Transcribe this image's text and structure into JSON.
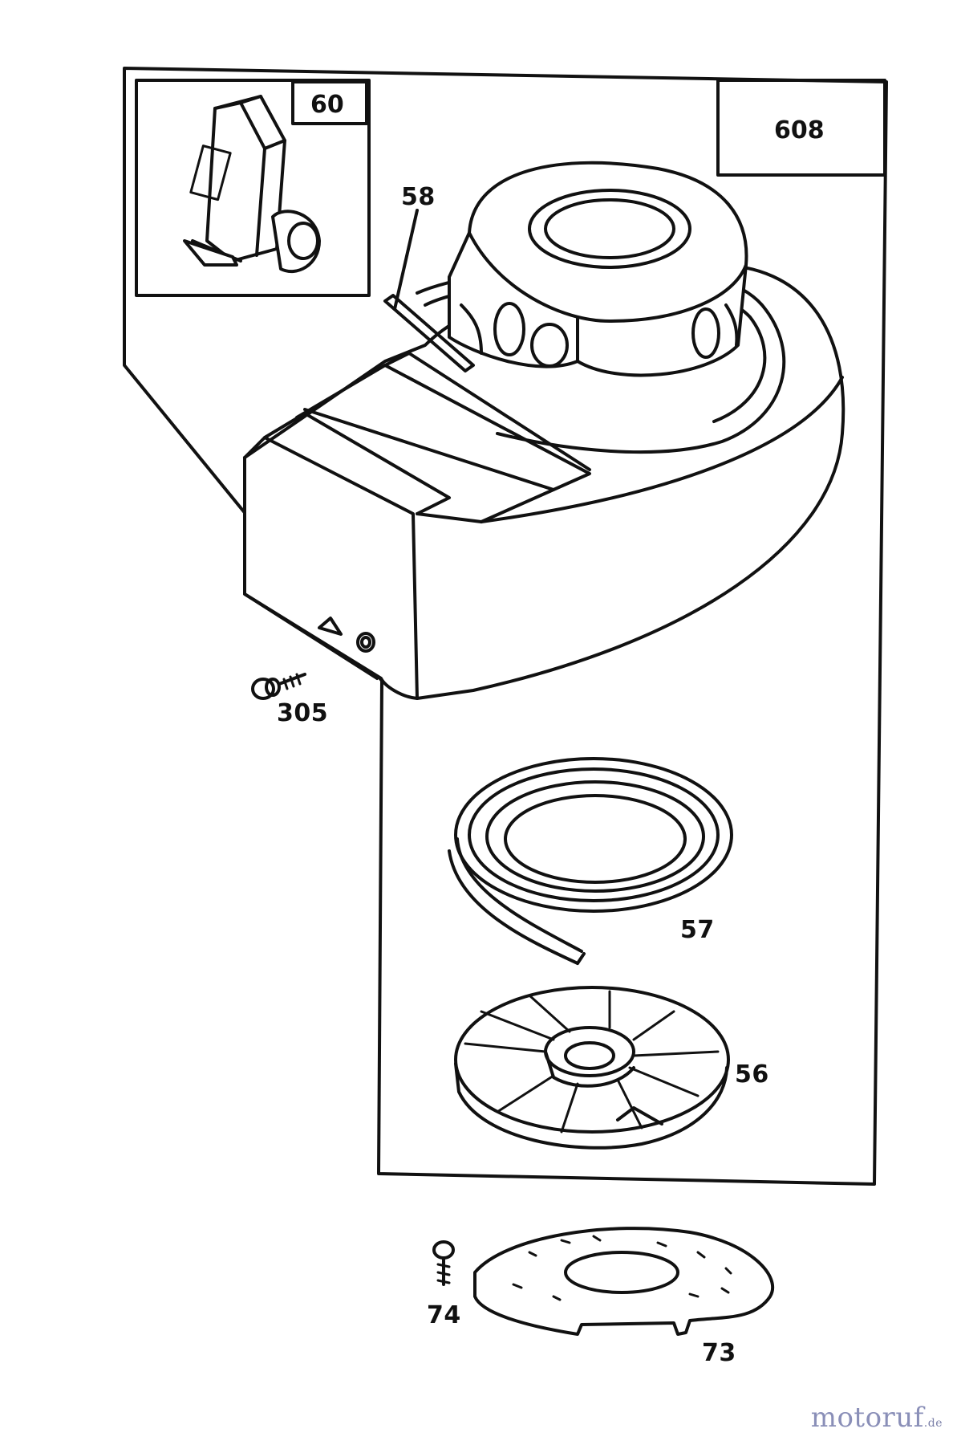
{
  "labels": {
    "kit_60": "60",
    "kit_608": "608",
    "part_58": "58",
    "part_305": "305",
    "part_57": "57",
    "part_56": "56",
    "part_74": "74",
    "part_73": "73"
  },
  "watermark": {
    "text": "motoruf",
    "domain": ".de"
  },
  "colors": {
    "line": "#111111",
    "background": "#ffffff",
    "watermark": "#8a8fb8"
  }
}
